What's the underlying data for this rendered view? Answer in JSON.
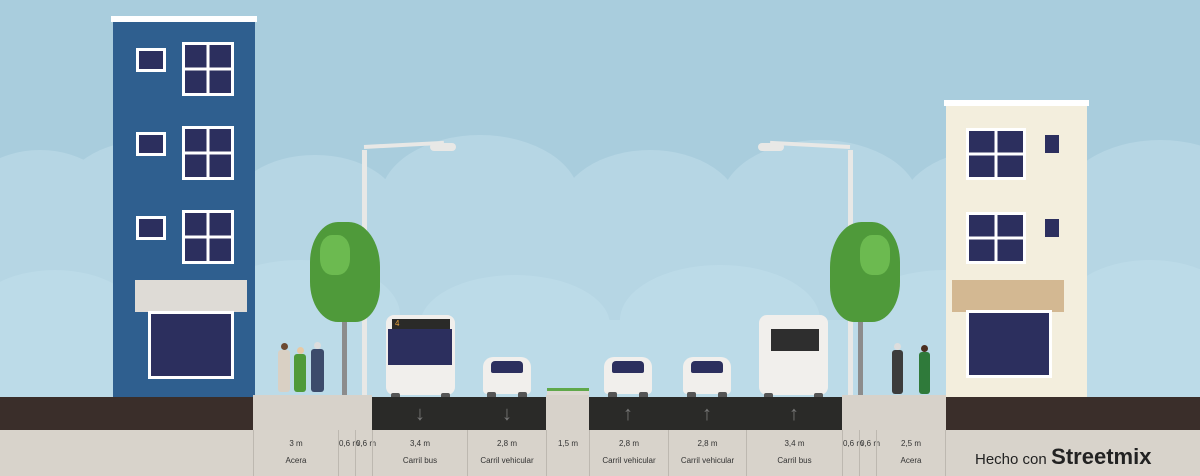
{
  "colors": {
    "sky": "#a9cddd",
    "lane": "#2a2a28",
    "sidewalk": "#d7d2ca",
    "building_left": "#2f5f8f",
    "building_right": "#f3eedd",
    "tree": "#4f9a3a"
  },
  "bus_sign": "4",
  "segments": [
    {
      "width": "3 m",
      "name": "Acera"
    },
    {
      "width": "0,6 m",
      "name": ""
    },
    {
      "width": "0,6 m",
      "name": ""
    },
    {
      "width": "3,4 m",
      "name": "Carril bus",
      "direction": "down"
    },
    {
      "width": "2,8 m",
      "name": "Carril vehicular",
      "direction": "down"
    },
    {
      "width": "1,5 m",
      "name": ""
    },
    {
      "width": "2,8 m",
      "name": "Carril vehicular",
      "direction": "up"
    },
    {
      "width": "2,8 m",
      "name": "Carril vehicular",
      "direction": "up"
    },
    {
      "width": "3,4 m",
      "name": "Carril bus",
      "direction": "up"
    },
    {
      "width": "0,6 m",
      "name": ""
    },
    {
      "width": "0,6 m",
      "name": ""
    },
    {
      "width": "2,5 m",
      "name": "Acera"
    }
  ],
  "credit": {
    "prefix": "Hecho con",
    "brand": "Streetmix"
  }
}
